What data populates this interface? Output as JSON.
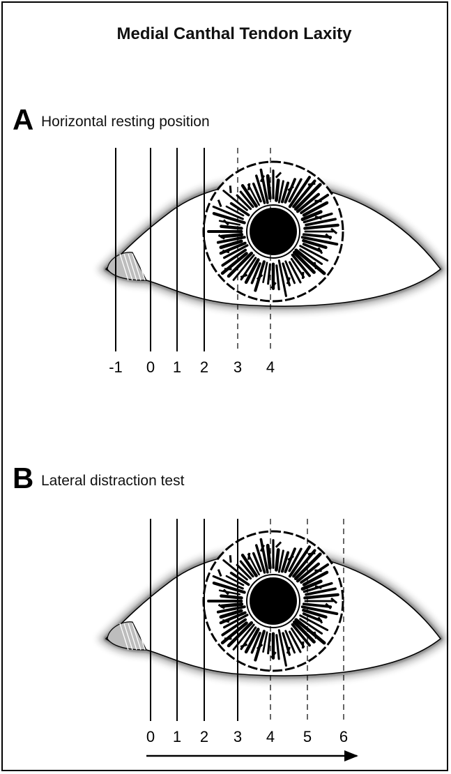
{
  "figure": {
    "title": "Medial Canthal Tendon Laxity"
  },
  "panels": [
    {
      "letter": "A",
      "caption": "Horizontal resting position",
      "lines": [
        {
          "label": "-1",
          "style": "solid"
        },
        {
          "label": "0",
          "style": "solid"
        },
        {
          "label": "1",
          "style": "solid"
        },
        {
          "label": "2",
          "style": "solid"
        },
        {
          "label": "3",
          "style": "dashed"
        },
        {
          "label": "4",
          "style": "dashed"
        }
      ]
    },
    {
      "letter": "B",
      "caption": "Lateral distraction test",
      "lines": [
        {
          "label": "0",
          "style": "solid"
        },
        {
          "label": "1",
          "style": "solid"
        },
        {
          "label": "2",
          "style": "solid"
        },
        {
          "label": "3",
          "style": "solid"
        },
        {
          "label": "4",
          "style": "dashed"
        },
        {
          "label": "5",
          "style": "dashed"
        },
        {
          "label": "6",
          "style": "dashed"
        }
      ],
      "arrow_direction": "right"
    }
  ],
  "colors": {
    "ink": "#000000",
    "sclera": "#ffffff",
    "shadow": "#222222",
    "caruncle": "#bdbdbd"
  }
}
